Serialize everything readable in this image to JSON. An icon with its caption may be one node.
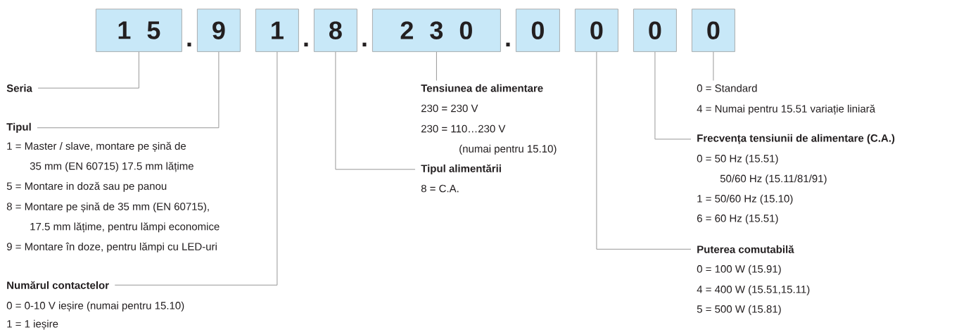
{
  "diagram": {
    "nodes": [
      {
        "text": [
          "1 5"
        ]
      },
      {
        "text": [
          "9"
        ]
      },
      {
        "text": [
          "1"
        ]
      },
      {
        "text": [
          "8"
        ]
      },
      {
        "text": [
          "2 3 0"
        ]
      },
      {
        "text": [
          "0"
        ]
      },
      {
        "text": [
          "0"
        ]
      },
      {
        "text": [
          "0"
        ]
      },
      {
        "text": [
          "0"
        ]
      },
      {
        "text": [
          "Seria"
        ]
      },
      {
        "text": [
          "Tipul",
          "1 = Master / slave, montare pe șină de 35 mm (EN 60715) 17.5 mm lățime",
          "5 = Montare in doză sau pe panou",
          "8 = Montare pe șină de 35 mm (EN 60715), 17.5 mm lățime, pentru lămpi economice",
          "9 = Montare în doze, pentru lămpi cu LED-uri"
        ]
      },
      {
        "text": [
          "Numărul contactelor",
          "0 = 0-10 V ieșire (numai pentru 15.10)",
          "1 = 1 ieșire"
        ]
      },
      {
        "text": [
          "Tensiunea de alimentare",
          "230 = 230 V",
          "230 = 110…230 V (numai pentru 15.10)"
        ]
      },
      {
        "text": [
          "Tipul alimentării",
          "8 = C.A."
        ]
      },
      {
        "text": [
          "0 = Standard",
          "4 = Numai pentru 15.51 variație liniară"
        ]
      },
      {
        "text": [
          "Frecvența tensiunii de alimentare (C.A.)",
          "0 = 50 Hz (15.51) 50/60 Hz (15.11/81/91)",
          "1 = 50/60 Hz (15.10)",
          "6 = 60 Hz (15.51)"
        ]
      },
      {
        "text": [
          "Puterea comutabilă",
          "0 = 100 W (15.91)",
          "4 = 400 W (15.51,15.11)",
          "5 = 500 W (15.81)"
        ]
      }
    ],
    "edges": [
      {
        "from": 0,
        "to": 9,
        "arrow": "none"
      },
      {
        "from": 1,
        "to": 10,
        "arrow": "none"
      },
      {
        "from": 2,
        "to": 11,
        "arrow": "none"
      },
      {
        "from": 3,
        "to": 13,
        "arrow": "none"
      },
      {
        "from": 4,
        "to": 12,
        "arrow": "none"
      },
      {
        "from": 6,
        "to": 16,
        "arrow": "none"
      },
      {
        "from": 7,
        "to": 15,
        "arrow": "none"
      },
      {
        "from": 8,
        "to": 14,
        "arrow": "none"
      }
    ],
    "labels": [
      ".",
      ".",
      ".",
      "."
    ]
  }
}
